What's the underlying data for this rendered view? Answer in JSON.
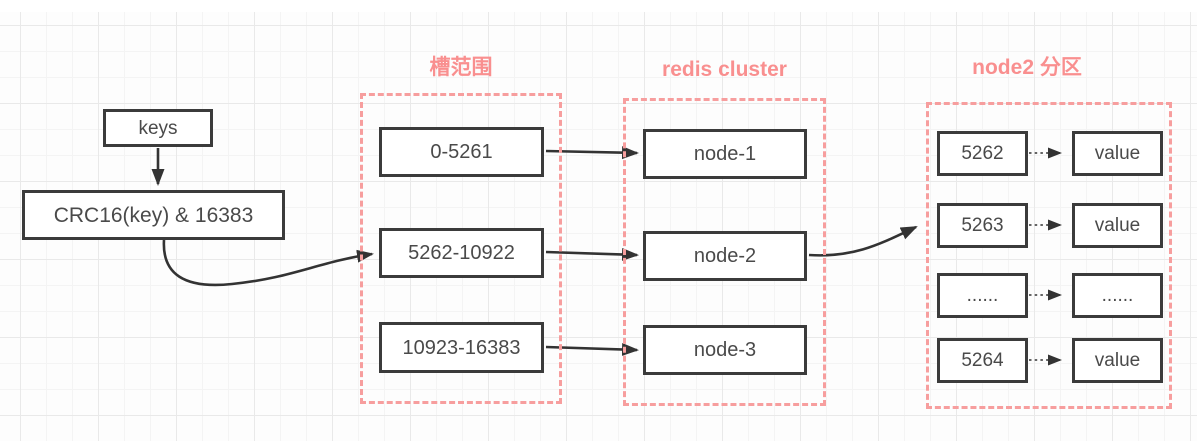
{
  "flow": {
    "keys_label": "keys",
    "hash_label": "CRC16(key) & 16383"
  },
  "groups": [
    {
      "title": "槽范围",
      "items": [
        "0-5261",
        "5262-10922",
        "10923-16383"
      ]
    },
    {
      "title": "redis cluster",
      "items": [
        "node-1",
        "node-2",
        "node-3"
      ]
    },
    {
      "title": "node2 分区",
      "rows": [
        {
          "key": "5262",
          "value": "value"
        },
        {
          "key": "5263",
          "value": "value"
        },
        {
          "key": "......",
          "value": "......"
        },
        {
          "key": "5264",
          "value": "value"
        }
      ]
    }
  ],
  "colors": {
    "accent_pink": "#f98f8f",
    "dashed_border": "#f79e9e",
    "box_border": "#3b3b3b",
    "text": "#4a4a4a",
    "arrow": "#333333",
    "grid_line": "#ededed"
  }
}
